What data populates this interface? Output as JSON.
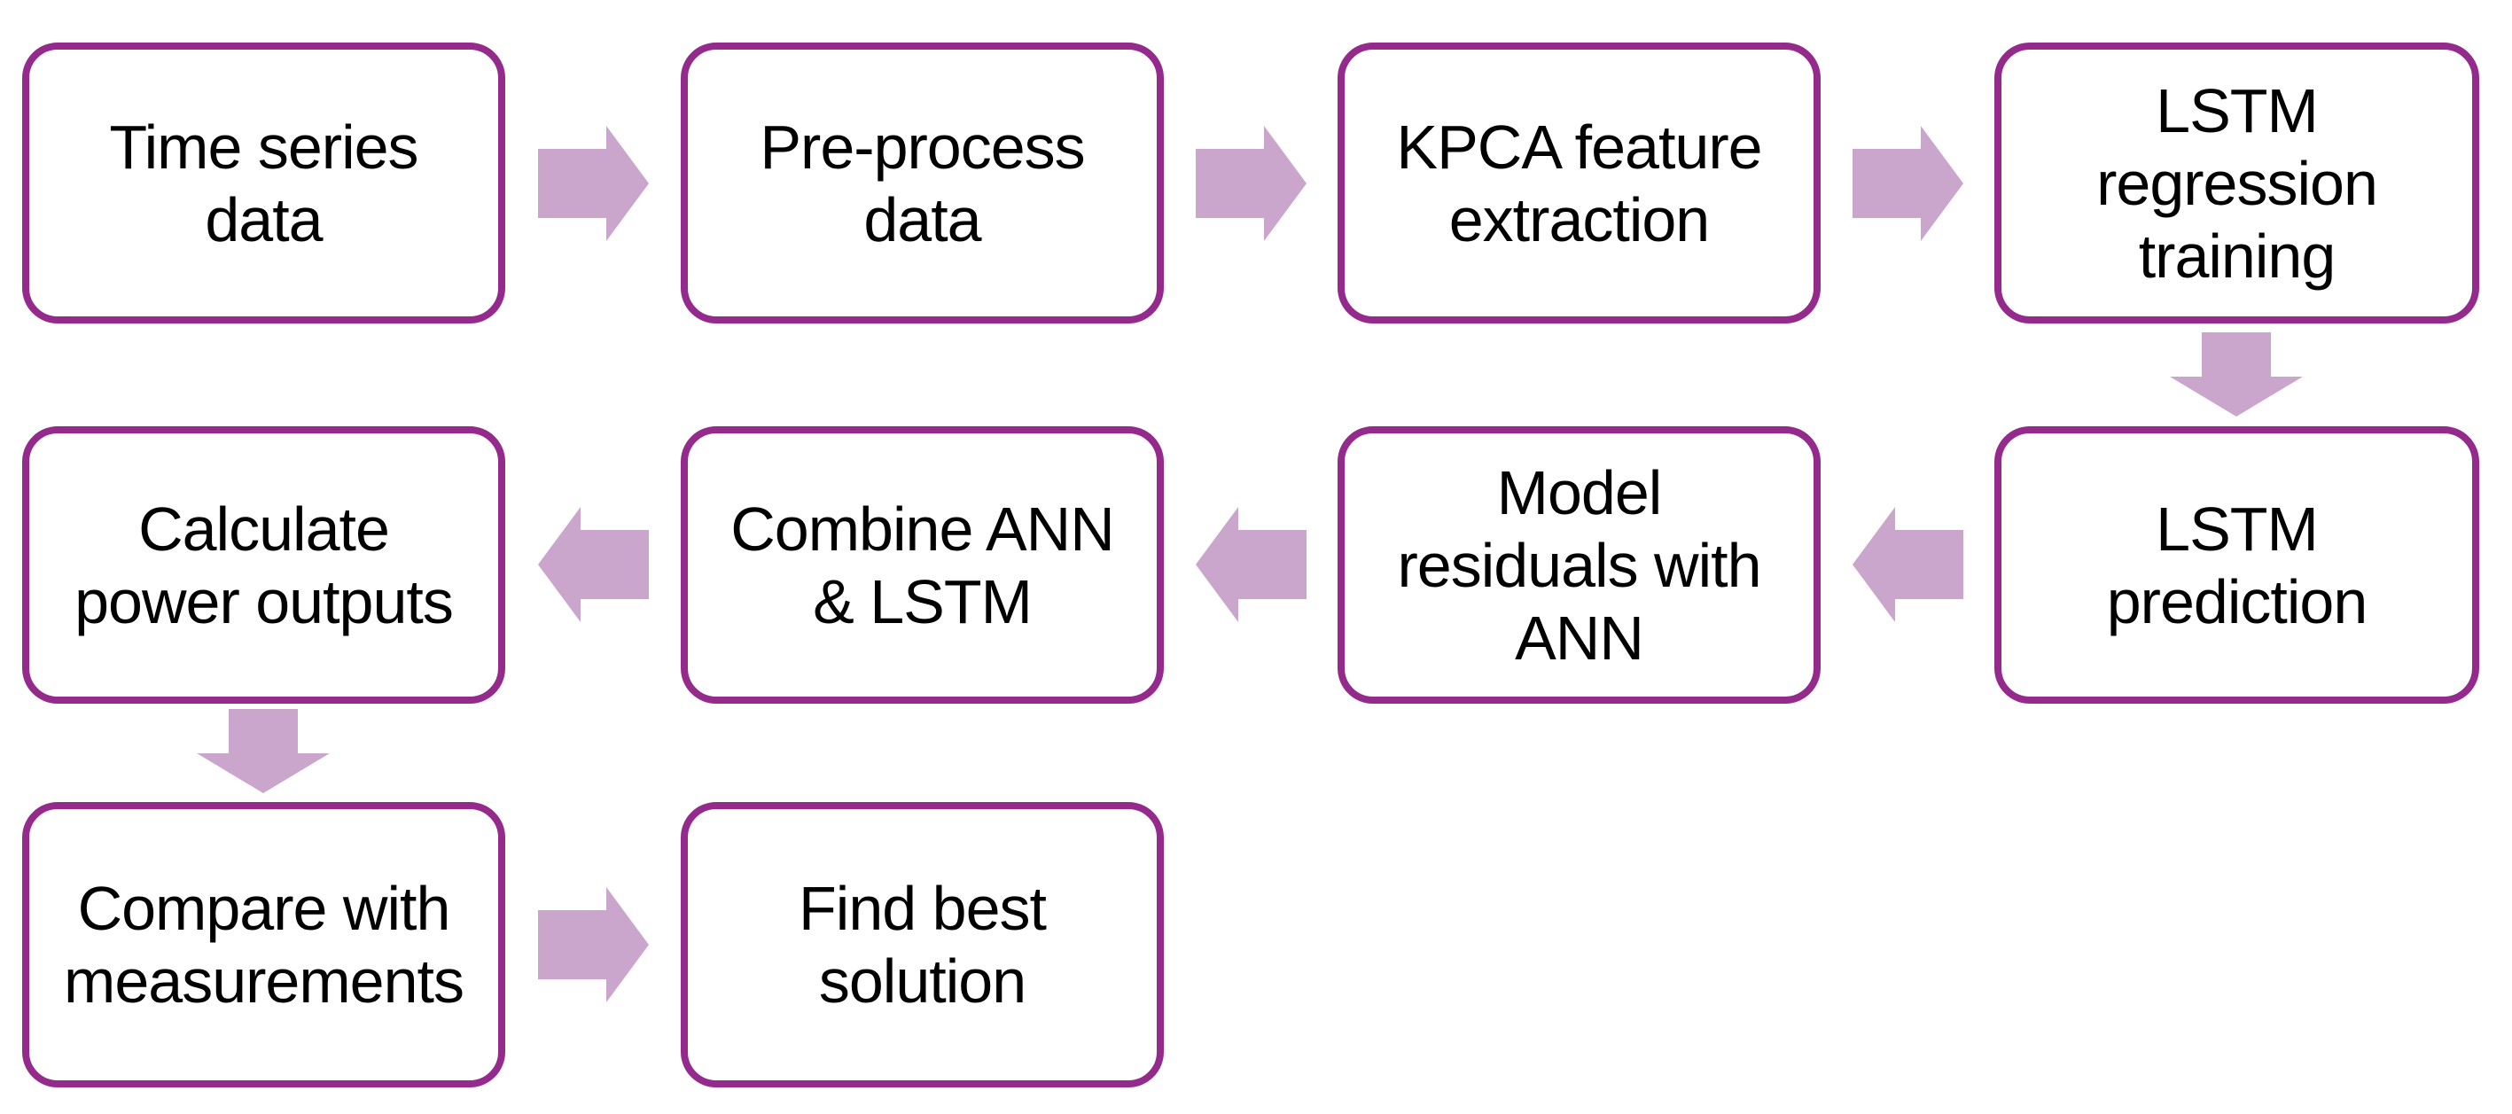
{
  "diagram": {
    "type": "flowchart",
    "background_color": "#ffffff",
    "node_fill_color": "#ffffff",
    "node_border_color": "#942b8c",
    "arrow_color": "#cba6cc",
    "text_color": "#000000",
    "nodes": [
      {
        "id": 1,
        "label": "Time series data",
        "lines": [
          "Time series",
          "data"
        ]
      },
      {
        "id": 2,
        "label": "Pre-process data",
        "lines": [
          "Pre-process",
          "data"
        ]
      },
      {
        "id": 3,
        "label": "KPCA feature extraction",
        "lines": [
          "KPCA feature",
          "extraction"
        ]
      },
      {
        "id": 4,
        "label": "LSTM regression training",
        "lines": [
          "LSTM",
          "regression",
          "training"
        ]
      },
      {
        "id": 5,
        "label": "LSTM prediction",
        "lines": [
          "LSTM",
          "prediction"
        ]
      },
      {
        "id": 6,
        "label": "Model residuals with ANN",
        "lines": [
          "Model",
          "residuals with",
          "ANN"
        ]
      },
      {
        "id": 7,
        "label": "Combine ANN & LSTM",
        "lines": [
          "Combine ANN",
          "& LSTM"
        ]
      },
      {
        "id": 8,
        "label": "Calculate power outputs",
        "lines": [
          "Calculate",
          "power outputs"
        ]
      },
      {
        "id": 9,
        "label": "Compare with measurements",
        "lines": [
          "Compare with",
          "measurements"
        ]
      },
      {
        "id": 10,
        "label": "Find best solution",
        "lines": [
          "Find best",
          "solution"
        ]
      }
    ],
    "connectors": [
      {
        "from": "Time series data",
        "to": "Pre-process data",
        "direction": "right"
      },
      {
        "from": "Pre-process data",
        "to": "KPCA feature extraction",
        "direction": "right"
      },
      {
        "from": "KPCA feature extraction",
        "to": "LSTM regression training",
        "direction": "right"
      },
      {
        "from": "LSTM regression training",
        "to": "LSTM prediction",
        "direction": "down"
      },
      {
        "from": "LSTM prediction",
        "to": "Model residuals with ANN",
        "direction": "left"
      },
      {
        "from": "Model residuals with ANN",
        "to": "Combine ANN & LSTM",
        "direction": "left"
      },
      {
        "from": "Combine ANN & LSTM",
        "to": "Calculate power outputs",
        "direction": "left"
      },
      {
        "from": "Calculate power outputs",
        "to": "Compare with measurements",
        "direction": "down"
      },
      {
        "from": "Compare with measurements",
        "to": "Find best solution",
        "direction": "right"
      }
    ]
  }
}
